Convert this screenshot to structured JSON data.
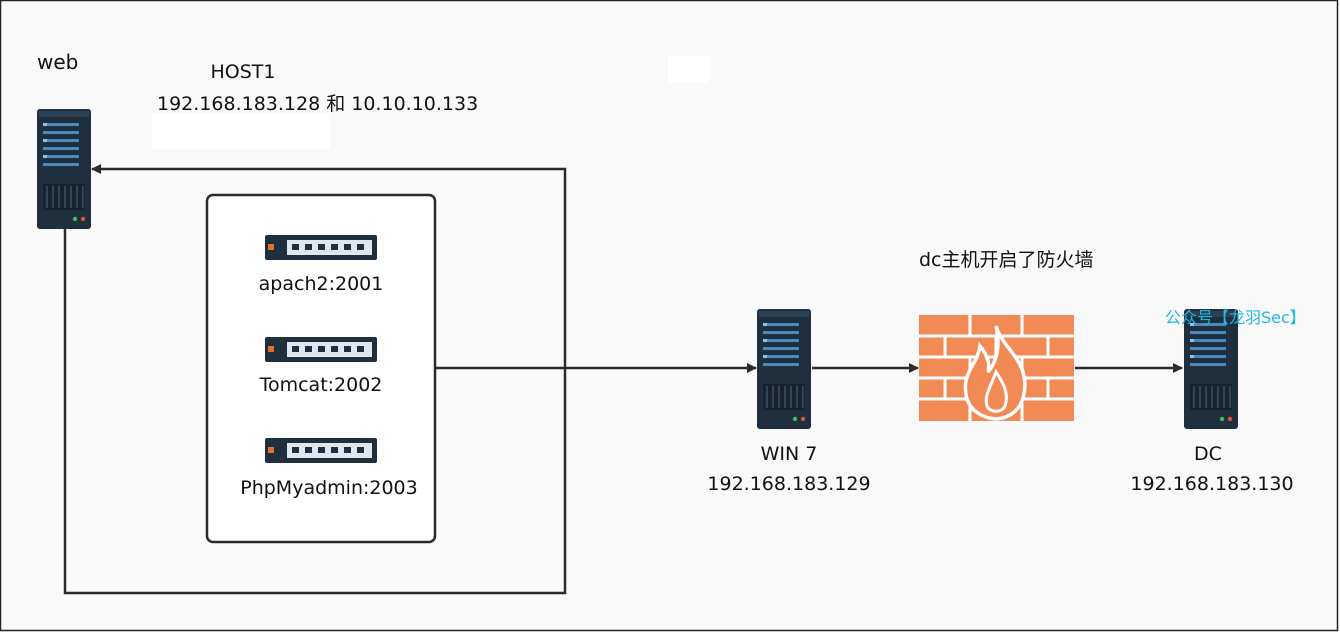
{
  "colors": {
    "canvas": "#f9f9f9",
    "border": "#222222",
    "line": "#2b2b2b",
    "server_body": "#1f2f3e",
    "server_accent": "#4a89bd",
    "switch_body": "#1f2f3e",
    "firewall": "#f28a55",
    "watermark": "#1fb6e6"
  },
  "labels": {
    "web": "web",
    "host_title": "HOST1",
    "host_ip": "192.168.183.128 和 10.10.10.133",
    "firewall_note": "dc主机开启了防火墙",
    "watermark": "公众号【龙羽Sec】"
  },
  "services": [
    {
      "label": "apach2:2001"
    },
    {
      "label": "Tomcat:2002"
    },
    {
      "label": "PhpMyadmin:2003"
    }
  ],
  "win7": {
    "name": "WIN 7",
    "ip": "192.168.183.129"
  },
  "dc": {
    "name": "DC",
    "ip": "192.168.183.130"
  },
  "icons": {
    "server": "server-rack-icon",
    "switch": "network-switch-icon",
    "firewall": "firewall-icon"
  }
}
